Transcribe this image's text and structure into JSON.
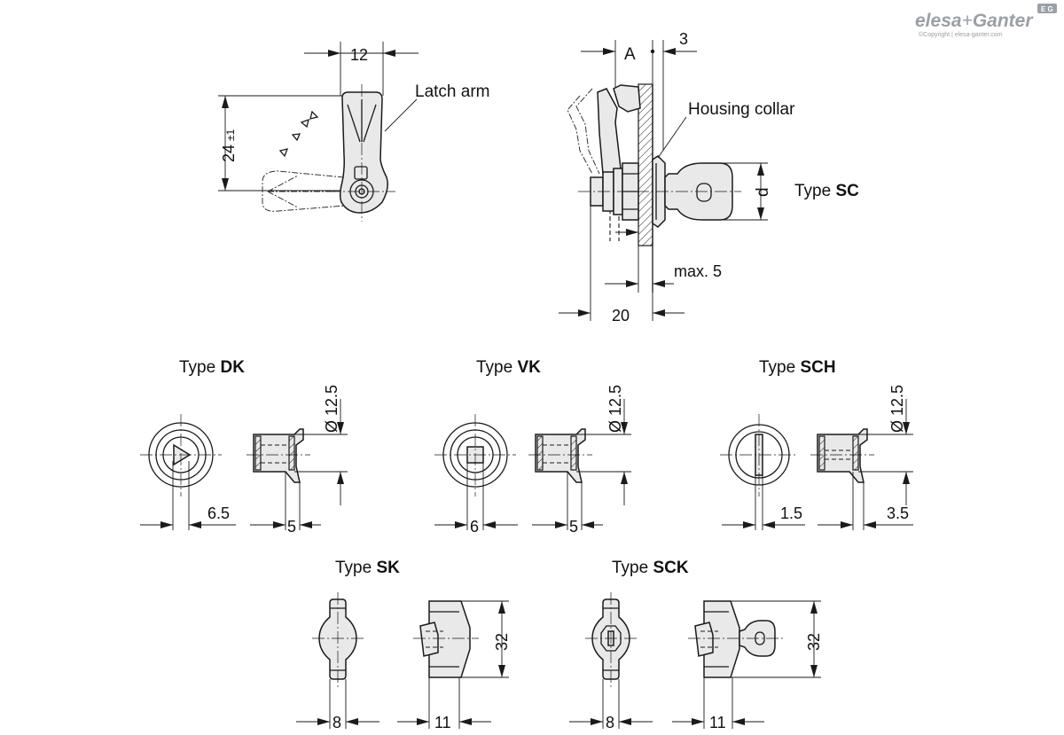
{
  "brand": {
    "logo_part1": "elesa",
    "logo_plus": "+",
    "logo_part2": "Ganter",
    "badge": "E G",
    "copyright": "©Copyright | elesa-ganter.com"
  },
  "top_view": {
    "dim_width": "12",
    "dim_height": "24",
    "dim_height_tol": "±1",
    "label_latch_arm": "Latch arm"
  },
  "side_view": {
    "dim_A": "A",
    "dim_3": "3",
    "label_housing_collar": "Housing collar",
    "dim_d": "d",
    "type_prefix": "Type",
    "type_name": "SC",
    "dim_max5": "max. 5",
    "dim_20": "20"
  },
  "variants_row1": [
    {
      "type_prefix": "Type",
      "type_name": "DK",
      "dim_dia": "Ø 12.5",
      "dim_a": "6.5",
      "dim_b": "5"
    },
    {
      "type_prefix": "Type",
      "type_name": "VK",
      "dim_dia": "Ø 12.5",
      "dim_a": "6",
      "dim_b": "5"
    },
    {
      "type_prefix": "Type",
      "type_name": "SCH",
      "dim_dia": "Ø 12.5",
      "dim_a": "1.5",
      "dim_b": "3.5"
    }
  ],
  "variants_row2": [
    {
      "type_prefix": "Type",
      "type_name": "SK",
      "dim_height": "32",
      "dim_a": "8",
      "dim_b": "11"
    },
    {
      "type_prefix": "Type",
      "type_name": "SCK",
      "dim_height": "32",
      "dim_a": "8",
      "dim_b": "11"
    }
  ]
}
